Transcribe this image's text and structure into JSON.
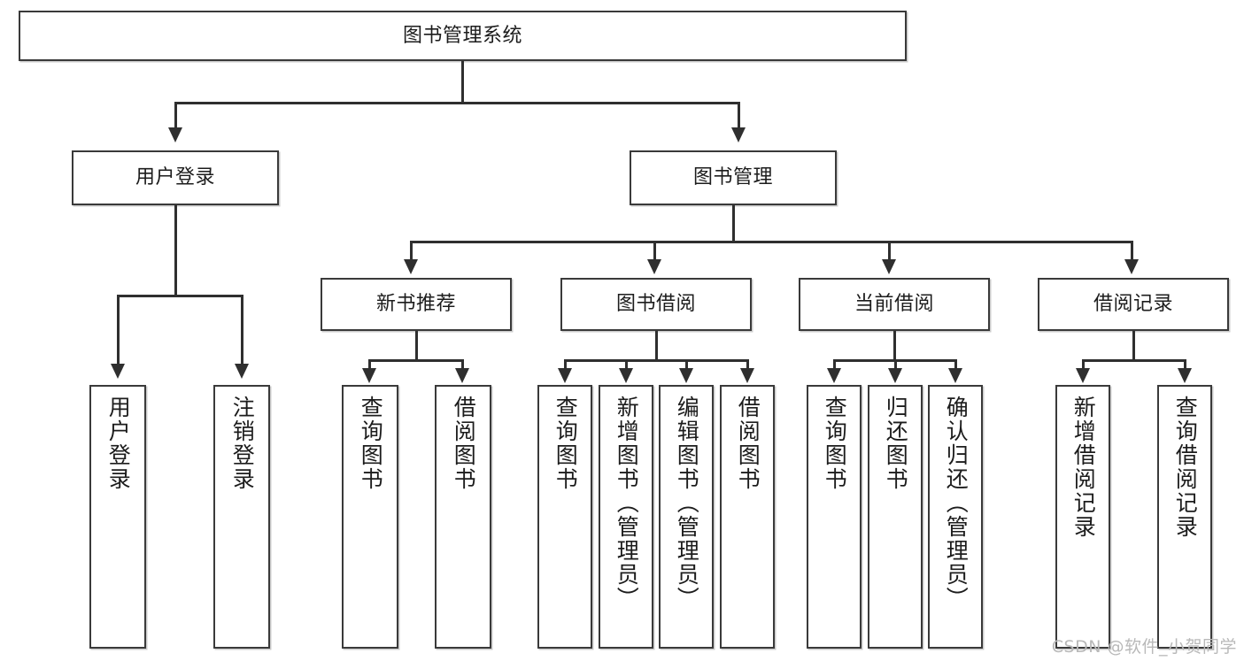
{
  "diagram": {
    "title": "图书管理系统",
    "type": "功能结构图",
    "watermark": "CSDN @软件_小贺同学",
    "colors": {
      "box_border": "#3a3a3a",
      "connector": "#2f2f2f",
      "background": "#ffffff",
      "text": "#1c1c1c",
      "watermark": "#b9b9b9"
    }
  },
  "root": {
    "label": "图书管理系统"
  },
  "level2": [
    {
      "label": "用户登录"
    },
    {
      "label": "图书管理"
    }
  ],
  "level3": [
    {
      "label": "新书推荐"
    },
    {
      "label": "图书借阅"
    },
    {
      "label": "当前借阅"
    },
    {
      "label": "借阅记录"
    }
  ],
  "leaves": {
    "user_login": [
      {
        "label": "用户登录"
      },
      {
        "label": "注销登录"
      }
    ],
    "new_book": [
      {
        "label": "查询图书"
      },
      {
        "label": "借阅图书"
      }
    ],
    "book_borrow": [
      {
        "label": "查询图书"
      },
      {
        "label": "新增图书（管理员）"
      },
      {
        "label": "编辑图书（管理员）"
      },
      {
        "label": "借阅图书"
      }
    ],
    "current_borrow": [
      {
        "label": "查询图书"
      },
      {
        "label": "归还图书"
      },
      {
        "label": "确认归还（管理员）"
      }
    ],
    "borrow_record": [
      {
        "label": "新增借阅记录"
      },
      {
        "label": "查询借阅记录"
      }
    ]
  }
}
